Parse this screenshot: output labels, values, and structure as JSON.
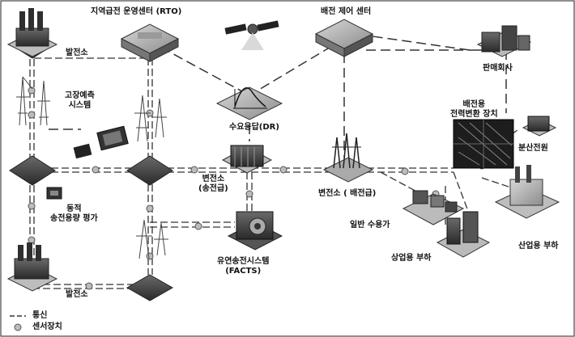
{
  "diagram": {
    "labels": {
      "rto": "지역급전 운영센터 (RTO)",
      "dist_control": "배전 제어 센터",
      "power_plant_top": "발전소",
      "power_plant_bottom": "발전소",
      "sales_company": "판매회사",
      "fault_prediction": [
        "고장예측",
        "시스템"
      ],
      "demand_response": "수요응답(DR)",
      "converter": [
        "배전용",
        "전력변환 장치"
      ],
      "distributed_gen": "분산전원",
      "substation_tx": [
        "변전소",
        "(송전급)"
      ],
      "substation_dx": "변전소 ( 배전급)",
      "dynamic_rating": [
        "동적",
        "송전용량 평가"
      ],
      "general_consumer": "일반 수용가",
      "industrial_load": "산업용 부하",
      "commercial_load": "상업용 부하",
      "facts": [
        "유연송전시스템",
        "(FACTS)"
      ]
    },
    "legend": {
      "line": "통신",
      "sensor": "센서장치"
    }
  }
}
